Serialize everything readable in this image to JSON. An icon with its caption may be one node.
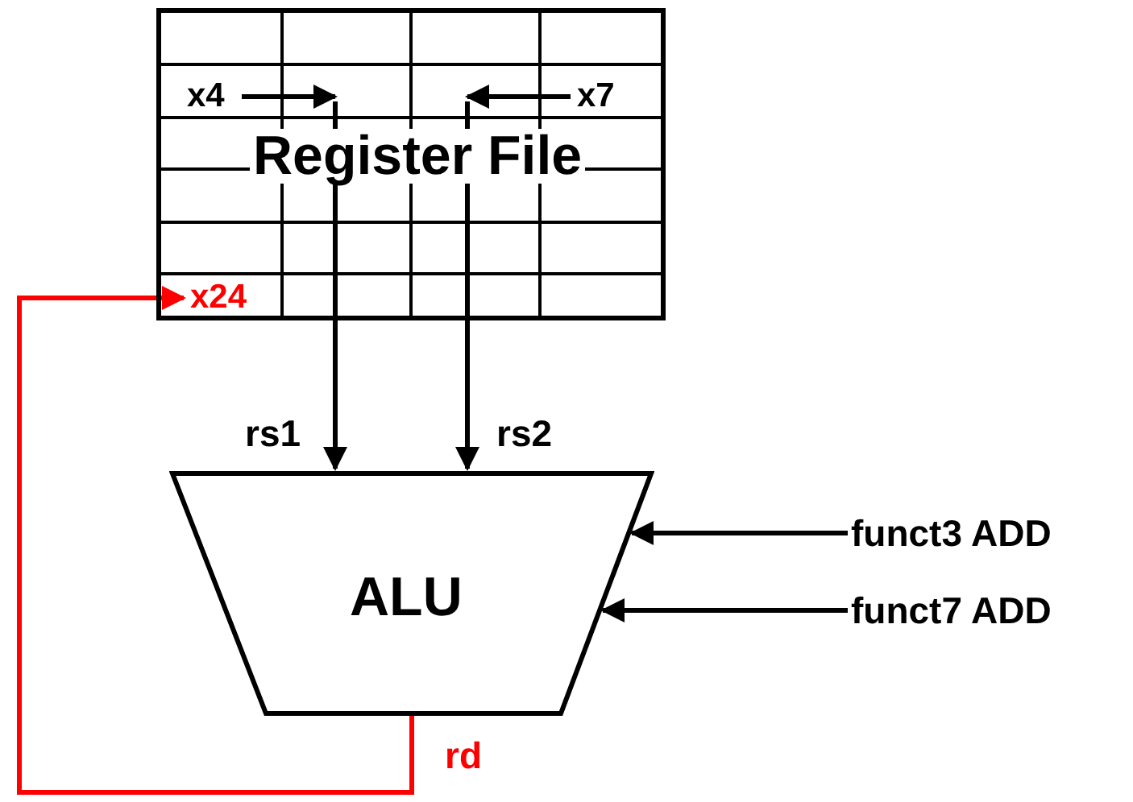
{
  "diagram": {
    "nodes": [
      {
        "text": [
          "Register File"
        ]
      },
      {
        "text": [
          "x4"
        ],
        "in": 0
      },
      {
        "text": [
          "x7"
        ],
        "in": 0
      },
      {
        "text": [
          "x24"
        ],
        "in": 0
      },
      {
        "text": [
          "ALU"
        ]
      },
      {
        "text": [
          "funct3 ADD"
        ]
      },
      {
        "text": [
          "funct7 ADD"
        ]
      }
    ],
    "edges": [
      {
        "from": 1,
        "to": 4,
        "arrow": "to",
        "label": "rs1"
      },
      {
        "from": 2,
        "to": 4,
        "arrow": "to",
        "label": "rs2"
      },
      {
        "from": 5,
        "to": 4,
        "arrow": "to"
      },
      {
        "from": 6,
        "to": 4,
        "arrow": "to"
      },
      {
        "from": 4,
        "to": 3,
        "arrow": "to",
        "label": "rd",
        "color": "#ff0000"
      }
    ]
  }
}
